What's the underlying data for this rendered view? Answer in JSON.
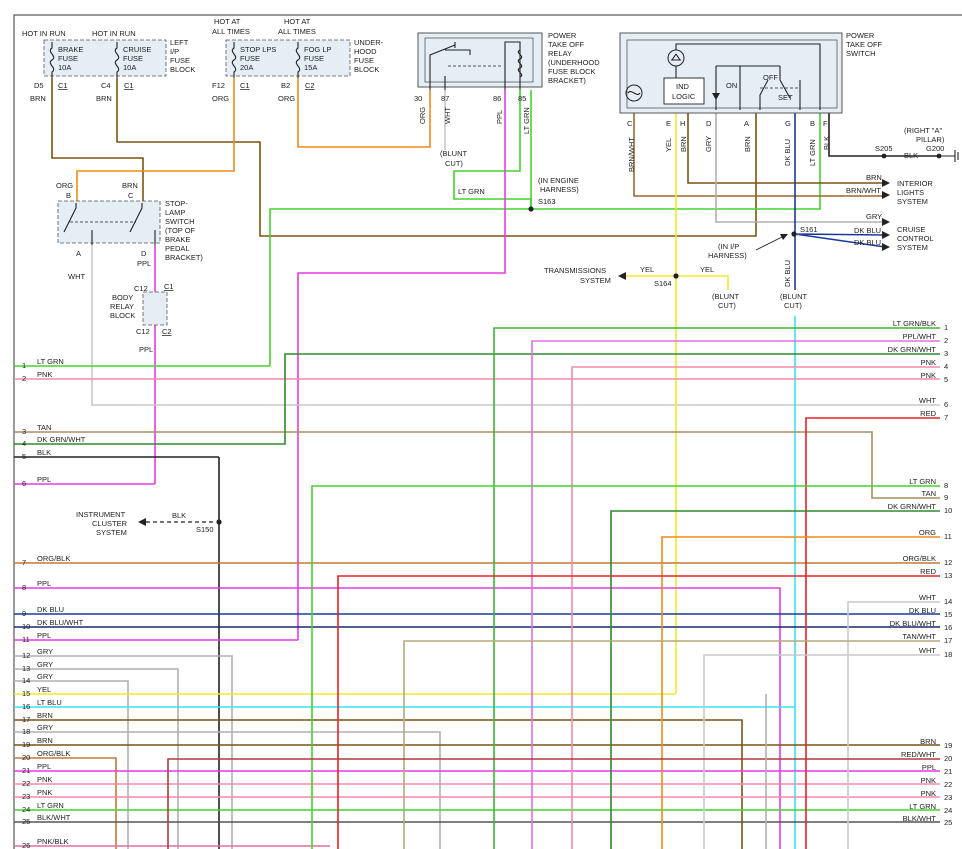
{
  "colors": {
    "BRN": "#7a5412",
    "ORG": "#f28a1c",
    "LTGRN": "#44d42a",
    "PNK": "#f48aa8",
    "WHT": "#c8c8c8",
    "TAN": "#a98f5e",
    "DKGRNWHT": "#2e8a2e",
    "BLK": "#222222",
    "PPL": "#e63ae6",
    "ORGBLK": "#c07a36",
    "DKBLU": "#1a3a9a",
    "GRY": "#b0b0b0",
    "YEL": "#f2ea2a",
    "LTBLU": "#3ae2ef",
    "RED": "#e82222",
    "DKBLUWHT": "#1a2a6a",
    "BLKWHT": "#555555",
    "REDWHT": "#b23a3a",
    "TANWHT": "#b8a878",
    "BRNWHT": "#9a6a2a",
    "PNKBLK": "#e070a0",
    "LTGRNBLK": "#38b830",
    "PPLWHT": "#e070e0"
  },
  "fuse_blocks": {
    "left_ip": {
      "name": [
        "LEFT",
        "I/P",
        "FUSE",
        "BLOCK"
      ],
      "fuses": [
        {
          "hot": [
            "HOT IN RUN"
          ],
          "name": "BRAKE",
          "label": "FUSE",
          "amps": "10A",
          "cavity": "D5",
          "conn": "C1",
          "wire": "BRN"
        },
        {
          "hot": [
            "HOT IN RUN"
          ],
          "name": "CRUISE",
          "label": "FUSE",
          "amps": "10A",
          "cavity": "C4",
          "conn": "C1",
          "wire": "BRN"
        }
      ]
    },
    "underhood": {
      "name": [
        "UNDER-",
        "HOOD",
        "FUSE",
        "BLOCK"
      ],
      "fuses": [
        {
          "hot": [
            "HOT AT",
            "ALL TIMES"
          ],
          "name": "STOP LPS",
          "label": "FUSE",
          "amps": "20A",
          "cavity": "F12",
          "conn": "C1",
          "wire": "ORG"
        },
        {
          "hot": [
            "HOT AT",
            "ALL TIMES"
          ],
          "name": "FOG LP",
          "label": "FUSE",
          "amps": "15A",
          "cavity": "B2",
          "conn": "C2",
          "wire": "ORG"
        }
      ]
    }
  },
  "relay": {
    "title": [
      "POWER",
      "TAKE OFF",
      "RELAY",
      "(UNDERHOOD",
      "FUSE BLOCK",
      "BRACKET)"
    ],
    "pins": [
      "30",
      "87",
      "86",
      "85"
    ],
    "wires": [
      "ORG",
      "WHT",
      "PPL",
      "LT GRN"
    ],
    "blunt_cut": [
      "(BLUNT",
      "CUT)"
    ]
  },
  "pto_switch": {
    "title": [
      "POWER",
      "TAKE OFF",
      "SWITCH"
    ],
    "ind_logic": [
      "IND",
      "LOGIC"
    ],
    "positions": [
      "ON",
      "OFF",
      "SET"
    ],
    "pins": [
      "C",
      "E",
      "H",
      "D",
      "A",
      "G",
      "B",
      "F"
    ],
    "wires": [
      "BRN/WHT",
      "YEL",
      "BRN",
      "GRY",
      "BRN",
      "DK BLU",
      "LT GRN",
      "BLK"
    ]
  },
  "ground": {
    "splice": "S205",
    "wire": "BLK",
    "ground": "G200",
    "location": [
      "(RIGHT \"A\"",
      "PILLAR)"
    ]
  },
  "stoplamp": {
    "title": [
      "STOP-",
      "LAMP",
      "SWITCH",
      "(TOP OF",
      "BRAKE",
      "PEDAL",
      "BRACKET)"
    ],
    "pin_b": "B",
    "pin_c": "C",
    "pin_a": "A",
    "pin_d": "D",
    "wire_b": "ORG",
    "wire_c": "BRN",
    "wire_a": "WHT",
    "wire_d": "PPL"
  },
  "body_relay_block": {
    "title": [
      "BODY",
      "RELAY",
      "BLOCK"
    ],
    "cavity_top": "C12",
    "conn_top": "C1",
    "cavity_bottom": "C12",
    "conn_bottom": "C2",
    "wire_out": "PPL"
  },
  "splices": {
    "s163": {
      "name": "S163",
      "note": [
        "(IN ENGINE",
        "HARNESS)"
      ],
      "wire": "LT GRN"
    },
    "s164": {
      "name": "S164",
      "target": [
        "TRANSMISSIONS",
        "SYSTEM"
      ],
      "wire_in": "YEL",
      "wire_out": "YEL",
      "blunt_cut": [
        "(BLUNT",
        "CUT)"
      ]
    },
    "s161": {
      "name": "S161",
      "note": [
        "(IN I/P",
        "HARNESS)"
      ],
      "wire": "DK BLU",
      "blunt_cut": [
        "(BLUNT",
        "CUT)"
      ]
    },
    "s150": {
      "name": "S150",
      "target": [
        "INSTRUMENT",
        "CLUSTER",
        "SYSTEM"
      ],
      "wire": "BLK"
    }
  },
  "systems": {
    "interior_lights": {
      "name": [
        "INTERIOR",
        "LIGHTS",
        "SYSTEM"
      ],
      "wires": [
        "BRN",
        "BRN/WHT"
      ]
    },
    "cruise_control": {
      "name": [
        "CRUISE",
        "CONTROL",
        "SYSTEM"
      ],
      "wires": [
        "GRY",
        "DK BLU",
        "DK BLU"
      ]
    }
  },
  "left_connector": [
    {
      "num": "1",
      "wire": "LT GRN",
      "color": "LTGRN"
    },
    {
      "num": "2",
      "wire": "PNK",
      "color": "PNK"
    },
    {
      "num": "3",
      "wire": "TAN",
      "color": "TAN"
    },
    {
      "num": "4",
      "wire": "DK GRN/WHT",
      "color": "DKGRNWHT"
    },
    {
      "num": "5",
      "wire": "BLK",
      "color": "BLK"
    },
    {
      "num": "6",
      "wire": "PPL",
      "color": "PPL"
    },
    {
      "num": "7",
      "wire": "ORG/BLK",
      "color": "ORGBLK"
    },
    {
      "num": "8",
      "wire": "PPL",
      "color": "PPL"
    },
    {
      "num": "9",
      "wire": "DK BLU",
      "color": "DKBLU"
    },
    {
      "num": "10",
      "wire": "DK BLU/WHT",
      "color": "DKBLUWHT"
    },
    {
      "num": "11",
      "wire": "PPL",
      "color": "PPL"
    },
    {
      "num": "12",
      "wire": "GRY",
      "color": "GRY"
    },
    {
      "num": "13",
      "wire": "GRY",
      "color": "GRY"
    },
    {
      "num": "14",
      "wire": "GRY",
      "color": "GRY"
    },
    {
      "num": "15",
      "wire": "YEL",
      "color": "YEL"
    },
    {
      "num": "16",
      "wire": "LT BLU",
      "color": "LTBLU"
    },
    {
      "num": "17",
      "wire": "BRN",
      "color": "BRN"
    },
    {
      "num": "18",
      "wire": "GRY",
      "color": "GRY"
    },
    {
      "num": "19",
      "wire": "BRN",
      "color": "BRN"
    },
    {
      "num": "20",
      "wire": "ORG/BLK",
      "color": "ORGBLK"
    },
    {
      "num": "21",
      "wire": "PPL",
      "color": "PPL"
    },
    {
      "num": "22",
      "wire": "PNK",
      "color": "PNK"
    },
    {
      "num": "23",
      "wire": "PNK",
      "color": "PNK"
    },
    {
      "num": "24",
      "wire": "LT GRN",
      "color": "LTGRN"
    },
    {
      "num": "25",
      "wire": "BLK/WHT",
      "color": "BLKWHT"
    },
    {
      "num": "26",
      "wire": "PNK/BLK",
      "color": "PNKBLK"
    }
  ],
  "right_connector": [
    {
      "num": "1",
      "wire": "LT GRN/BLK",
      "color": "LTGRNBLK"
    },
    {
      "num": "2",
      "wire": "PPL/WHT",
      "color": "PPLWHT"
    },
    {
      "num": "3",
      "wire": "DK GRN/WHT",
      "color": "DKGRNWHT"
    },
    {
      "num": "4",
      "wire": "PNK",
      "color": "PNK"
    },
    {
      "num": "5",
      "wire": "PNK",
      "color": "PNK"
    },
    {
      "num": "6",
      "wire": "WHT",
      "color": "WHT"
    },
    {
      "num": "7",
      "wire": "RED",
      "color": "RED"
    },
    {
      "num": "8",
      "wire": "LT GRN",
      "color": "LTGRN"
    },
    {
      "num": "9",
      "wire": "TAN",
      "color": "TAN"
    },
    {
      "num": "10",
      "wire": "DK GRN/WHT",
      "color": "DKGRNWHT"
    },
    {
      "num": "11",
      "wire": "ORG",
      "color": "ORG"
    },
    {
      "num": "12",
      "wire": "ORG/BLK",
      "color": "ORGBLK"
    },
    {
      "num": "13",
      "wire": "RED",
      "color": "RED"
    },
    {
      "num": "14",
      "wire": "WHT",
      "color": "WHT"
    },
    {
      "num": "15",
      "wire": "DK BLU",
      "color": "DKBLU"
    },
    {
      "num": "16",
      "wire": "DK BLU/WHT",
      "color": "DKBLUWHT"
    },
    {
      "num": "17",
      "wire": "TAN/WHT",
      "color": "TANWHT"
    },
    {
      "num": "18",
      "wire": "WHT",
      "color": "WHT"
    },
    {
      "num": "19",
      "wire": "BRN",
      "color": "BRN"
    },
    {
      "num": "20",
      "wire": "RED/WHT",
      "color": "REDWHT"
    },
    {
      "num": "21",
      "wire": "PPL",
      "color": "PPL"
    },
    {
      "num": "22",
      "wire": "PNK",
      "color": "PNK"
    },
    {
      "num": "23",
      "wire": "PNK",
      "color": "PNK"
    },
    {
      "num": "24",
      "wire": "LT GRN",
      "color": "LTGRN"
    },
    {
      "num": "25",
      "wire": "BLK/WHT",
      "color": "BLKWHT"
    }
  ]
}
